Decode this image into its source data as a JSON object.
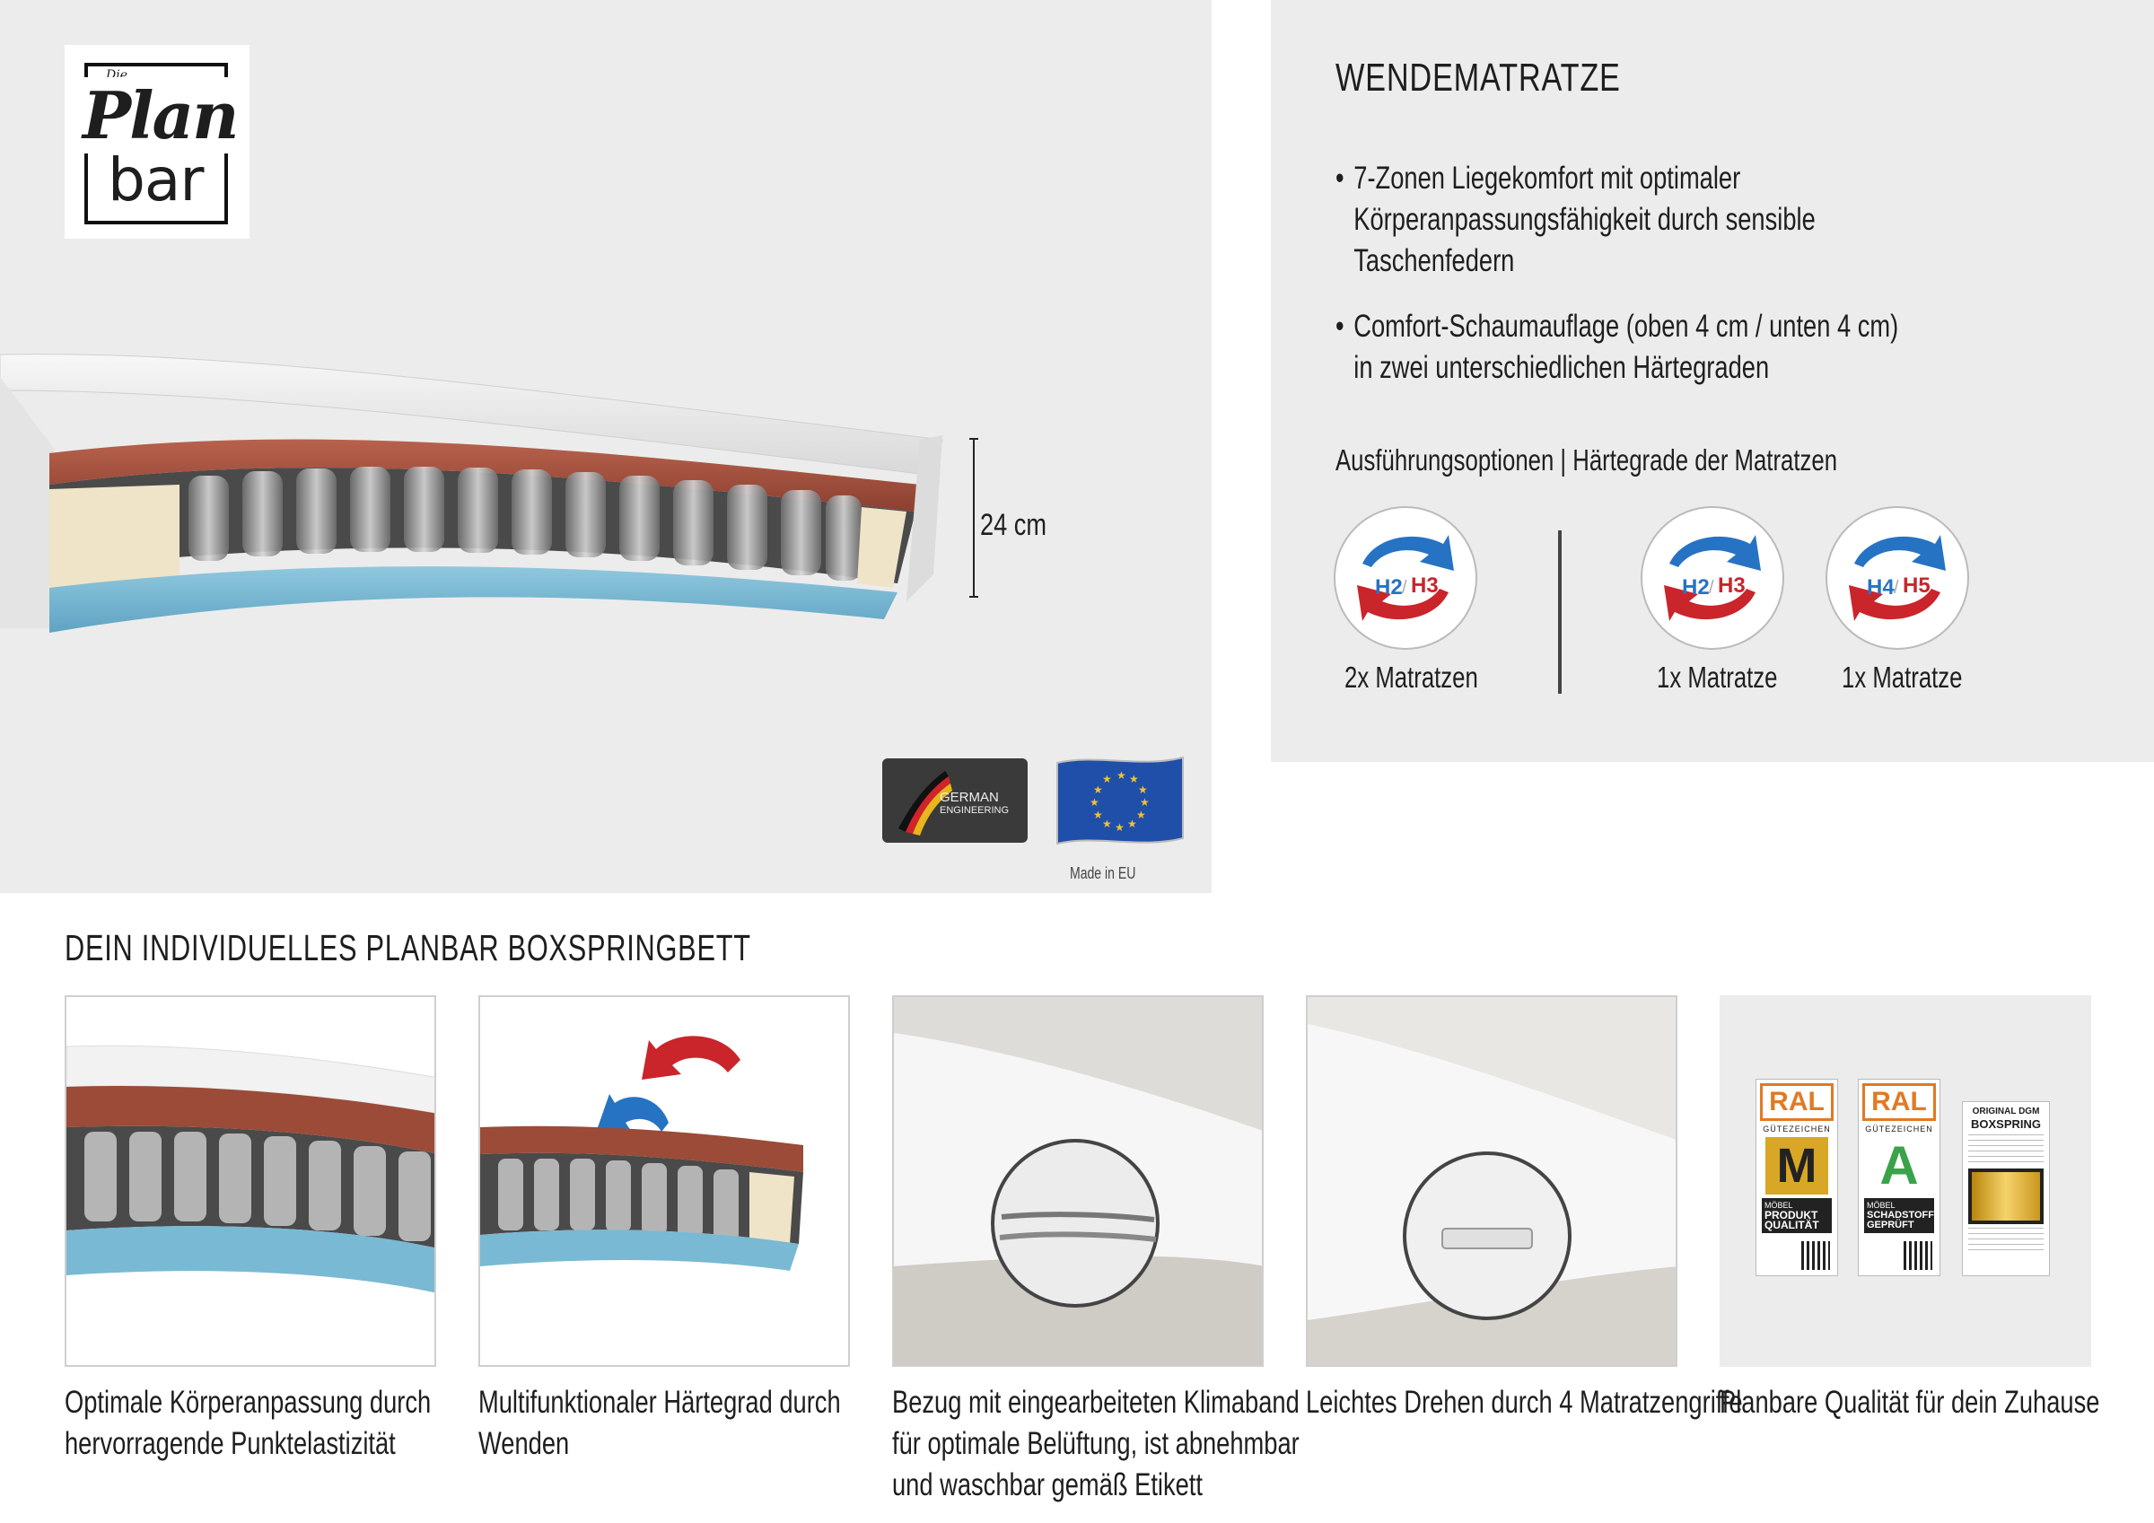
{
  "brand": {
    "die": "Die",
    "plan": "Plan",
    "bar": "bar"
  },
  "hero": {
    "dimension_label": "24 cm",
    "badge_german_line1": "GERMAN",
    "badge_german_line2": "ENGINEERING",
    "badge_eu_caption": "Made in EU"
  },
  "info": {
    "title": "WENDEMATRATZE",
    "bullets": [
      {
        "l1": "7-Zonen Liegekomfort mit optimaler",
        "l2": "Körperanpassungsfähigkeit durch sensible",
        "l3": "Taschenfedern"
      },
      {
        "l1": "Comfort-Schaumauflage (oben 4 cm / unten 4 cm)",
        "l2": "in zwei unterschiedlichen Härtegraden",
        "l3": ""
      }
    ],
    "options_title": "Ausführungsoptionen | Härtegrade der Matratzen",
    "options": [
      {
        "left": "H2",
        "right": "H3",
        "caption": "2x Matratzen"
      },
      {
        "left": "H2",
        "right": "H3",
        "caption": "1x Matratze"
      },
      {
        "left": "H4",
        "right": "H5",
        "caption": "1x Matratze"
      }
    ]
  },
  "section": {
    "title": "DEIN INDIVIDUELLES PLANBAR BOXSPRINGBETT",
    "cards": [
      {
        "l1": "Optimale Körperanpassung durch",
        "l2": "hervorragende Punktelastizität",
        "l3": ""
      },
      {
        "l1": "Multifunktionaler Härtegrad durch",
        "l2": "Wenden",
        "l3": ""
      },
      {
        "l1": "Bezug mit eingearbeiteten Klimaband",
        "l2": "für optimale Belüftung, ist abnehmbar",
        "l3": "und waschbar gemäß Etikett"
      },
      {
        "l1": "Leichtes Drehen durch 4 Matratzengriffe",
        "l2": "",
        "l3": ""
      },
      {
        "l1": "Planbare Qualität für dein Zuhause",
        "l2": "",
        "l3": ""
      }
    ],
    "seals": {
      "ral": "RAL",
      "guetezeichen": "GÜTEZEICHEN",
      "ral1_letter": "M",
      "ral1_sub1": "MÖBEL",
      "ral1_sub2": "PRODUKT",
      "ral1_sub3": "QUALITÄT",
      "ral2_letter": "A",
      "ral2_sub1": "MÖBEL",
      "ral2_sub2": "SCHADSTOFF",
      "ral2_sub3": "GEPRÜFT",
      "dgm1": "ORIGINAL DGM",
      "dgm2": "BOXSPRING"
    }
  },
  "colors": {
    "panel": "#ececec",
    "foam_top": "#a5523f",
    "foam_bottom": "#79b9d4",
    "arrow_red": "#c9252b",
    "arrow_blue": "#2673c4",
    "ral_orange": "#e07a24",
    "gold": "#d9a726"
  }
}
